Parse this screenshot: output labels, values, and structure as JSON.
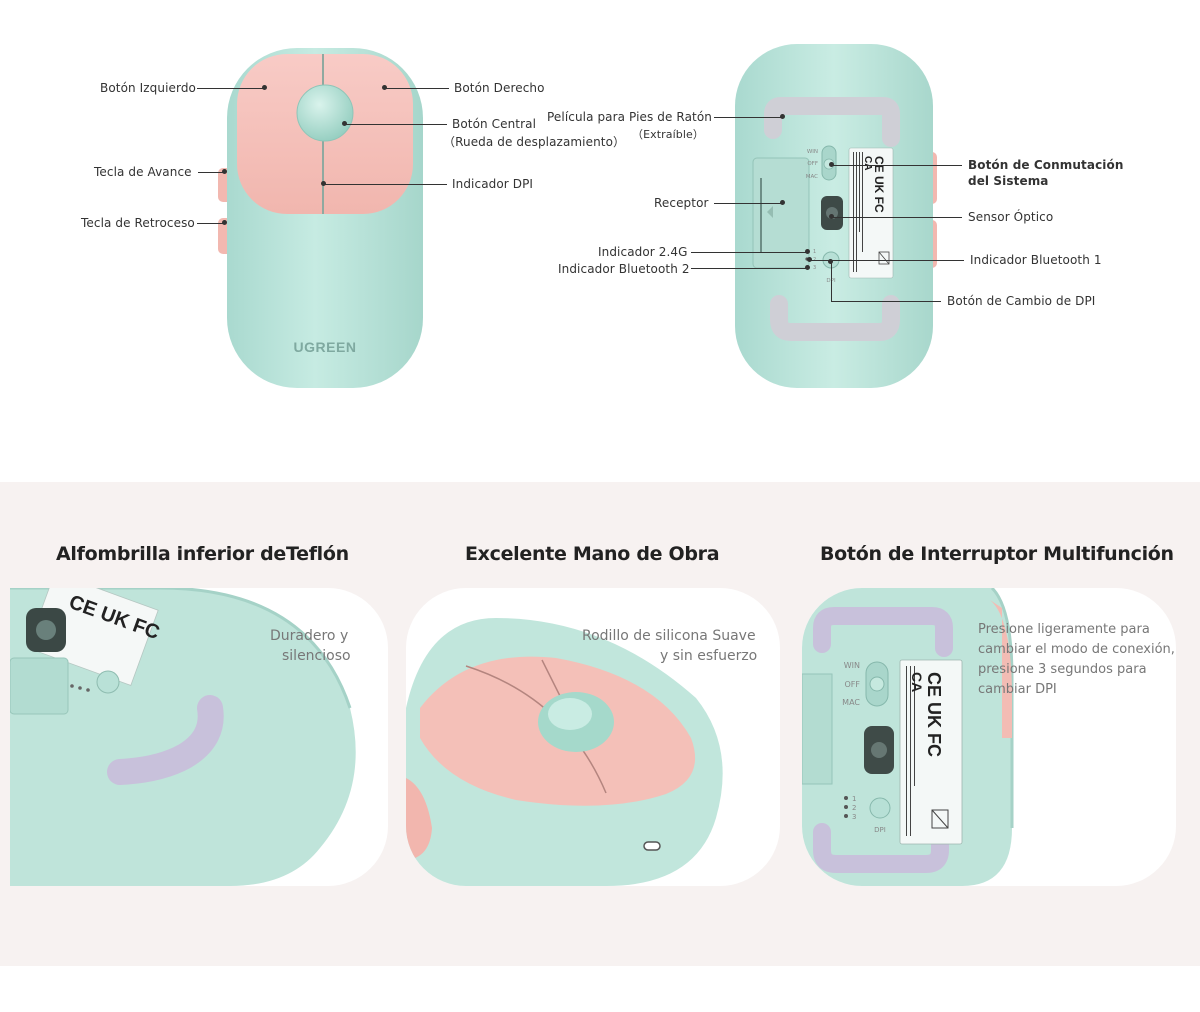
{
  "top_view": {
    "brand": "UGREEN",
    "labels": {
      "left_button": "Botón Izquierdo",
      "right_button": "Botón Derecho",
      "middle_button_line1": "Botón Central",
      "middle_button_line2": "（Rueda de desplazamiento）",
      "forward_key": "Tecla de Avance",
      "back_key": "Tecla de Retroceso",
      "dpi_indicator": "Indicador DPI"
    }
  },
  "bottom_view": {
    "switch_labels": [
      "WIN",
      "OFF",
      "MAC"
    ],
    "dpi_label": "DPI",
    "indicator_numbers": [
      "1",
      "2",
      "3"
    ],
    "labels": {
      "feet_film_line1": "Película para Pies de Ratón",
      "feet_film_line2": "（Extraíble）",
      "receiver": "Receptor",
      "indicator_24g": "Indicador 2.4G",
      "indicator_bt2": "Indicador Bluetooth 2",
      "system_switch_line1": "Botón de Conmutación",
      "system_switch_line2": "del Sistema",
      "optical_sensor": "Sensor Óptico",
      "indicator_bt1": "Indicador Bluetooth 1",
      "dpi_change_button": "Botón de Cambio de DPI"
    }
  },
  "features": [
    {
      "title": "Alfombrilla inferior deTeflón",
      "text_line1": "Duradero y",
      "text_line2": "silencioso"
    },
    {
      "title": "Excelente Mano de Obra",
      "text_line1": "Rodillo de silicona Suave",
      "text_line2": "y sin esfuerzo"
    },
    {
      "title": "Botón de Interruptor Multifunción",
      "text_line1": "Presione ligeramente para",
      "text_line2": "cambiar el modo de conexión,",
      "text_line3": "presione 3 segundos para",
      "text_line4": "cambiar DPI"
    }
  ],
  "colors": {
    "mint": "#bfe5dc",
    "pink": "#f5c3bd",
    "lavender": "#c8c1db",
    "band": "#f7f2f1"
  }
}
